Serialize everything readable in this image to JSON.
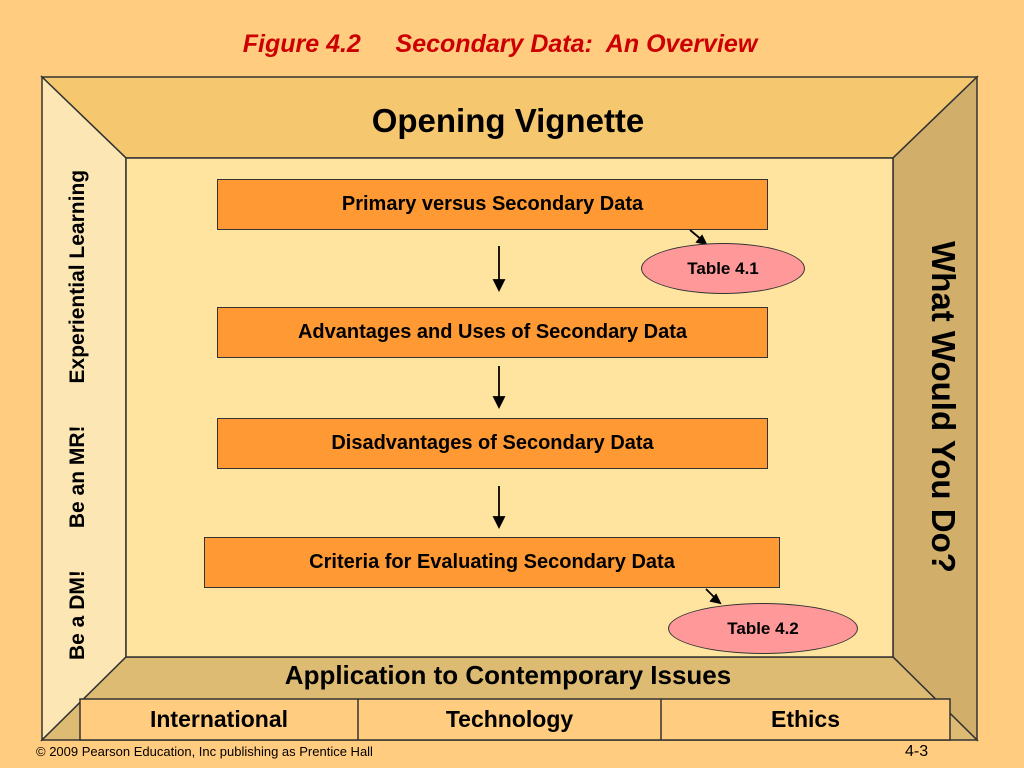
{
  "title": "Figure 4.2     Secondary Data:  An Overview",
  "frame": {
    "top_label": "Opening Vignette",
    "bottom_label": "Application to Contemporary Issues",
    "left_labels": [
      "Be a DM!",
      "Be an MR!",
      "Experiential Learning"
    ],
    "right_label": "What Would You Do?"
  },
  "flow": {
    "steps": [
      "Primary versus Secondary Data",
      "Advantages and Uses of Secondary Data",
      "Disadvantages of Secondary Data",
      "Criteria for Evaluating Secondary Data"
    ],
    "references": [
      "Table 4.1",
      "Table 4.2"
    ]
  },
  "issues": [
    "International",
    "Technology",
    "Ethics"
  ],
  "footer": {
    "copyright": "© 2009 Pearson Education, Inc publishing as Prentice Hall",
    "page_number": "4-3"
  },
  "colors": {
    "background": "#FFCC80",
    "inner_panel": "#FFE4A0",
    "frame_top": "#F5C76E",
    "frame_left": "#FCE7B4",
    "frame_right": "#D1AF6B",
    "frame_bottom": "#DDBB73",
    "step_box": "#FF9933",
    "reference_oval": "#FF9999",
    "title": "#CC0000"
  }
}
